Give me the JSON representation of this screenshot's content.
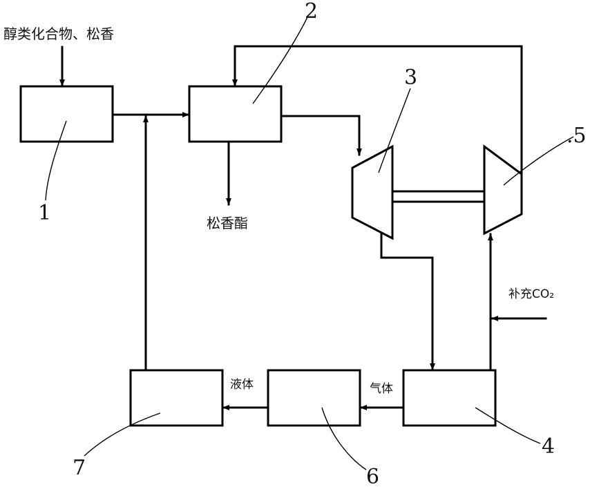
{
  "labels": {
    "input_top": "醇类化合物、松香",
    "output_ester": "松香酯",
    "supplement_co2": "补充CO₂",
    "liquid": "液体",
    "gas": "气体"
  },
  "numbers": {
    "n1": "1",
    "n2": "2",
    "n3": "3",
    "n4": "4",
    "n5": ".5",
    "n6": "6",
    "n7": "7"
  },
  "icons": [
    "arrowhead-icon"
  ],
  "colors": {
    "ink": "#000000",
    "background": "#ffffff"
  }
}
